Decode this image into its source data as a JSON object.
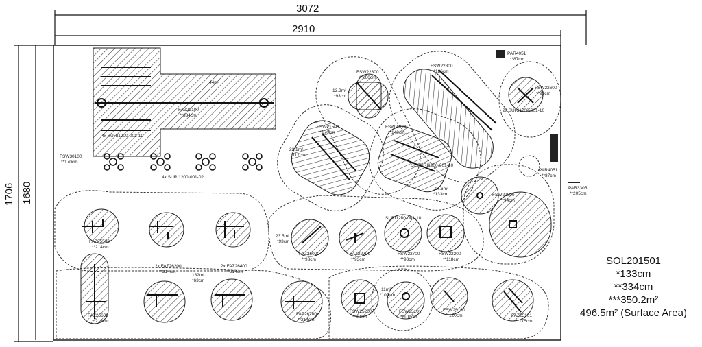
{
  "dimensions": {
    "outer_width": "3072",
    "inner_width": "2910",
    "outer_height": "1706",
    "inner_height": "1680"
  },
  "legend": {
    "code": "SOL201501",
    "line1": "*133cm",
    "line2": "**334cm",
    "line3": "***350.2m²",
    "line4": "496.5m² (Surface Area)"
  },
  "labels": {
    "par4051_top": "PAR4051",
    "par4051_top_h": "**87cm",
    "par4051_right": "PAR4051",
    "par4051_right_h": "**87cm",
    "par3305": "PAR3305",
    "par3305_h": "**205cm",
    "faz_top_area": "44m²",
    "faz_top": "FAZ22100",
    "faz_top_h": "**334cm",
    "suri_top": "4x SURI1200-001-10",
    "fsw30100": "FSW30100",
    "fsw30100_h": "**170cm",
    "suri_stools": "4x SURI1200-001-02",
    "fsw22300": "FSW22300",
    "fsw22300_h": "**200cm",
    "area_13_9": "13.9m²",
    "area_13_9_h": "*93cm",
    "fsw22800": "FSW22800",
    "fsw22800_h": "**186cm",
    "fsw22600": "FSW22600",
    "fsw22600_h": "**91cm",
    "suri_right": "2x SURI1200-001-10",
    "fsw20000": "FSW20000",
    "fsw20000_h": "**140cm",
    "fsw21500": "FSW21500",
    "fsw21500_h": "**170cm",
    "area_22_1": "22.1m²",
    "area_22_1_h": "*117cm",
    "suri_mid": "3x SURI1200-001-10",
    "area_17_6": "17.6m²",
    "area_17_6_h": "*133cm",
    "fsw22900": "FSW22900",
    "fsw22900_h": "**94cm",
    "area_23_5": "23.5m²",
    "area_23_5_h": "*93cm",
    "faz26000": "FAZ26000",
    "faz26000_h": "**93cm",
    "faz25500": "FAZ25500",
    "faz25500_h": "**214cm",
    "faz26200": "2x FAZ26200",
    "faz26200_h": "**214cm",
    "faz26400": "2x FAZ26400",
    "faz26400_h": "**214cm",
    "area_182": "182m²",
    "area_182_h": "*63cm",
    "faz25600": "FAZ25600",
    "faz25600_h": "**218cm",
    "faz26700": "FAZ26700",
    "faz26700_h": "**214cm",
    "faz22700": "FAZ22700",
    "faz22700_h": "**93cm",
    "fsw22700": "FSW22700",
    "fsw22700_h": "**93cm",
    "fsw22200": "FSW22200",
    "fsw22200_h": "**118cm",
    "suri_low": "SURI1200-001-10",
    "fsw_a": "FSW25200",
    "fsw_a_h": "**98cm",
    "area_11": "11m²",
    "area_11_h": "*100cm",
    "fsw25101": "FSW25101",
    "fsw25101_h": "**100cm",
    "fsw25100": "FSW25100",
    "fsw25100_h": "**120cm",
    "faz25101": "FAZ25101",
    "faz25101_h": "**175cm"
  }
}
